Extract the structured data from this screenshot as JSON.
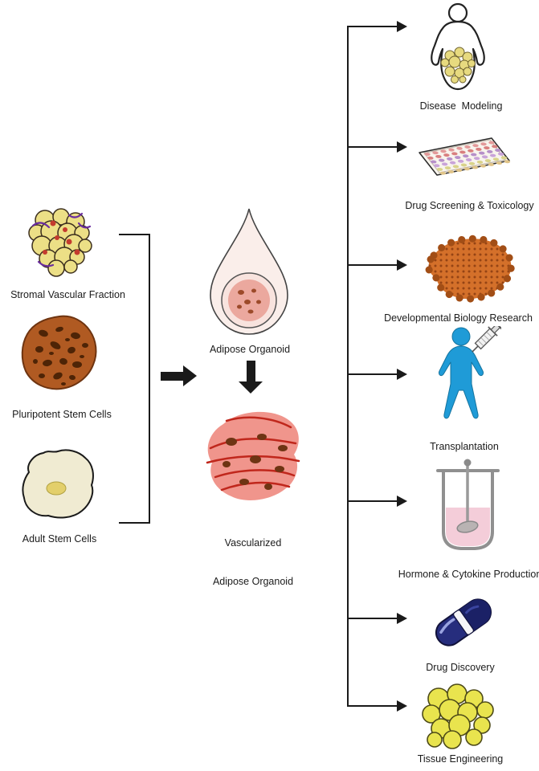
{
  "figure": {
    "sources": [
      {
        "label": "Stromal Vascular Fraction"
      },
      {
        "label": "Pluripotent Stem Cells"
      },
      {
        "label": "Adult Stem Cells"
      }
    ],
    "organoid": {
      "label": "Adipose Organoid"
    },
    "vascularized": {
      "line1": "Vascularized",
      "line2": "Adipose Organoid"
    },
    "applications": [
      {
        "label": "Disease  Modeling"
      },
      {
        "label": "Drug Screening & Toxicology"
      },
      {
        "label": "Developmental Biology Research"
      },
      {
        "label": "Transplantation"
      },
      {
        "label": "Hormone & Cytokine Production"
      },
      {
        "label": "Drug Discovery"
      },
      {
        "label": "Tissue Engineering"
      }
    ],
    "colors": {
      "connector": "#1a1a1a",
      "svf_cell_yellow": "#ecdf86",
      "pluripotent_brown": "#b05a22",
      "adult_cream": "#f0ebd2",
      "organoid_pink": "#eba89e",
      "vascular_red": "#c0271c",
      "transplant_blue": "#1f9bd7",
      "capsule_navy": "#262d7d",
      "tissue_orange": "#d4702a",
      "adipocyte_yellow": "#e9e44e"
    }
  }
}
